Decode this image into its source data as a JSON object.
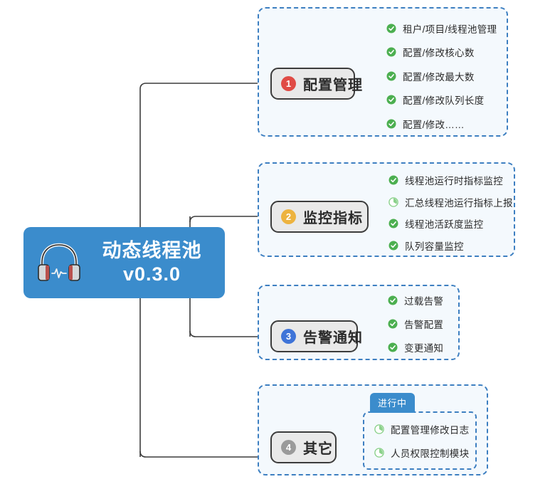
{
  "central": {
    "icon": "headphones-waveform-icon",
    "title_line1": "动态线程池",
    "title_line2": "v0.3.0",
    "bg_color": "#3b8ccc",
    "text_color": "#ffffff"
  },
  "colors": {
    "panel_border": "#3d7fc1",
    "panel_bg": "#f4f9fd",
    "branch_bg": "#e9e9e9",
    "branch_border": "#3c3c3c",
    "connector": "#3c3c3c",
    "leaf_underline": "#2b2b2b",
    "done_icon": "#4caf50",
    "progress_icon": "#8bd18b",
    "badge_bg": "#3b8ccc"
  },
  "branches": [
    {
      "number": "❶",
      "number_plain": "1",
      "badge_color": "#e04b45",
      "label": "配置管理",
      "items": [
        {
          "status": "done",
          "status_icon": "check-circle-icon",
          "text": "租户/项目/线程池管理"
        },
        {
          "status": "done",
          "status_icon": "check-circle-icon",
          "text": "配置/修改核心数"
        },
        {
          "status": "done",
          "status_icon": "check-circle-icon",
          "text": "配置/修改最大数"
        },
        {
          "status": "done",
          "status_icon": "check-circle-icon",
          "text": "配置/修改队列长度"
        },
        {
          "status": "done",
          "status_icon": "check-circle-icon",
          "text": "配置/修改……"
        }
      ]
    },
    {
      "number": "❷",
      "number_plain": "2",
      "badge_color": "#edb33f",
      "label": "监控指标",
      "items": [
        {
          "status": "done",
          "status_icon": "check-circle-icon",
          "text": "线程池运行时指标监控"
        },
        {
          "status": "progress",
          "status_icon": "clock-pie-icon",
          "text": "汇总线程池运行指标上报"
        },
        {
          "status": "done",
          "status_icon": "check-circle-icon",
          "text": "线程池活跃度监控"
        },
        {
          "status": "done",
          "status_icon": "check-circle-icon",
          "text": "队列容量监控"
        }
      ]
    },
    {
      "number": "❸",
      "number_plain": "3",
      "badge_color": "#3f74d8",
      "label": "告警通知",
      "items": [
        {
          "status": "done",
          "status_icon": "check-circle-icon",
          "text": "过载告警"
        },
        {
          "status": "done",
          "status_icon": "check-circle-icon",
          "text": "告警配置"
        },
        {
          "status": "done",
          "status_icon": "check-circle-icon",
          "text": "变更通知"
        }
      ]
    },
    {
      "number": "❹",
      "number_plain": "4",
      "badge_color": "#9a9a9a",
      "label": "其它",
      "group_badge": "进行中",
      "items": [
        {
          "status": "progress",
          "status_icon": "clock-pie-icon",
          "text": "配置管理修改日志"
        },
        {
          "status": "progress",
          "status_icon": "clock-pie-icon",
          "text": "人员权限控制模块"
        }
      ]
    }
  ]
}
